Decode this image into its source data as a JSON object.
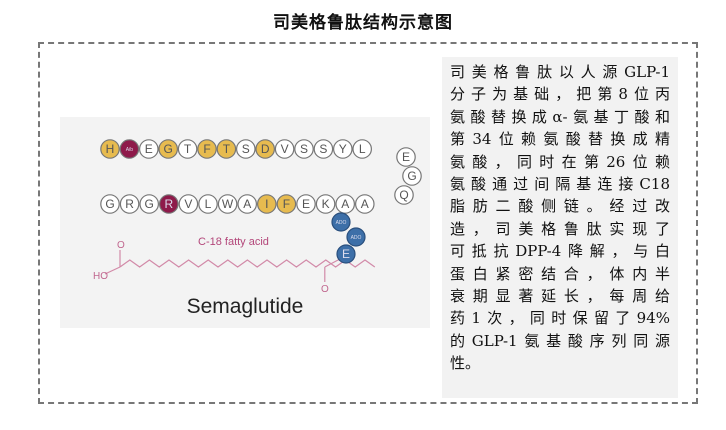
{
  "title": "司美格鲁肽结构示意图",
  "figure": {
    "caption": "Semaglutide",
    "fatty_label": "C-18 fatty acid",
    "ho_label": "HO",
    "o_label": "O",
    "colors": {
      "yellow": "#e7bb4f",
      "maroon": "#8e1a4a",
      "white": "#ffffff",
      "blue": "#3d6fa8"
    },
    "top_row": [
      [
        "H",
        "yellow"
      ],
      [
        "Aib",
        "maroon"
      ],
      [
        "E",
        "white"
      ],
      [
        "G",
        "yellow"
      ],
      [
        "T",
        "white"
      ],
      [
        "F",
        "yellow"
      ],
      [
        "T",
        "yellow"
      ],
      [
        "S",
        "white"
      ],
      [
        "D",
        "yellow"
      ],
      [
        "V",
        "white"
      ],
      [
        "S",
        "white"
      ],
      [
        "S",
        "white"
      ],
      [
        "Y",
        "white"
      ],
      [
        "L",
        "white"
      ]
    ],
    "turn": [
      [
        "E",
        "white"
      ],
      [
        "G",
        "white"
      ],
      [
        "Q",
        "white"
      ]
    ],
    "bottom_row": [
      [
        "G",
        "white"
      ],
      [
        "R",
        "white"
      ],
      [
        "G",
        "white"
      ],
      [
        "R",
        "maroon"
      ],
      [
        "V",
        "white"
      ],
      [
        "L",
        "white"
      ],
      [
        "W",
        "white"
      ],
      [
        "A",
        "white"
      ],
      [
        "I",
        "yellow"
      ],
      [
        "F",
        "yellow"
      ],
      [
        "E",
        "white"
      ],
      [
        "K",
        "white"
      ],
      [
        "A",
        "white"
      ],
      [
        "A",
        "white"
      ]
    ],
    "linker": [
      [
        "ADO",
        "blue"
      ],
      [
        "ADO",
        "blue"
      ],
      [
        "E",
        "blue"
      ]
    ]
  },
  "description": [
    "司美格鲁肽以人源GLP-1",
    "分子为基础，把第8位丙",
    "氨酸替换成α-氨基丁酸和",
    "第34位赖氨酸替换成精",
    "氨酸，同时在第26位赖",
    "氨酸通过间隔基连接C18",
    "脂肪二酸侧链。经过改",
    "造，司美格鲁肽实现了",
    "可抵抗DPP-4降解，与白",
    "蛋白紧密结合，体内半",
    "衰期显著延长，每周给",
    "药1次，同时保留了94%",
    "的GLP-1氨基酸序列同源",
    "性。"
  ]
}
